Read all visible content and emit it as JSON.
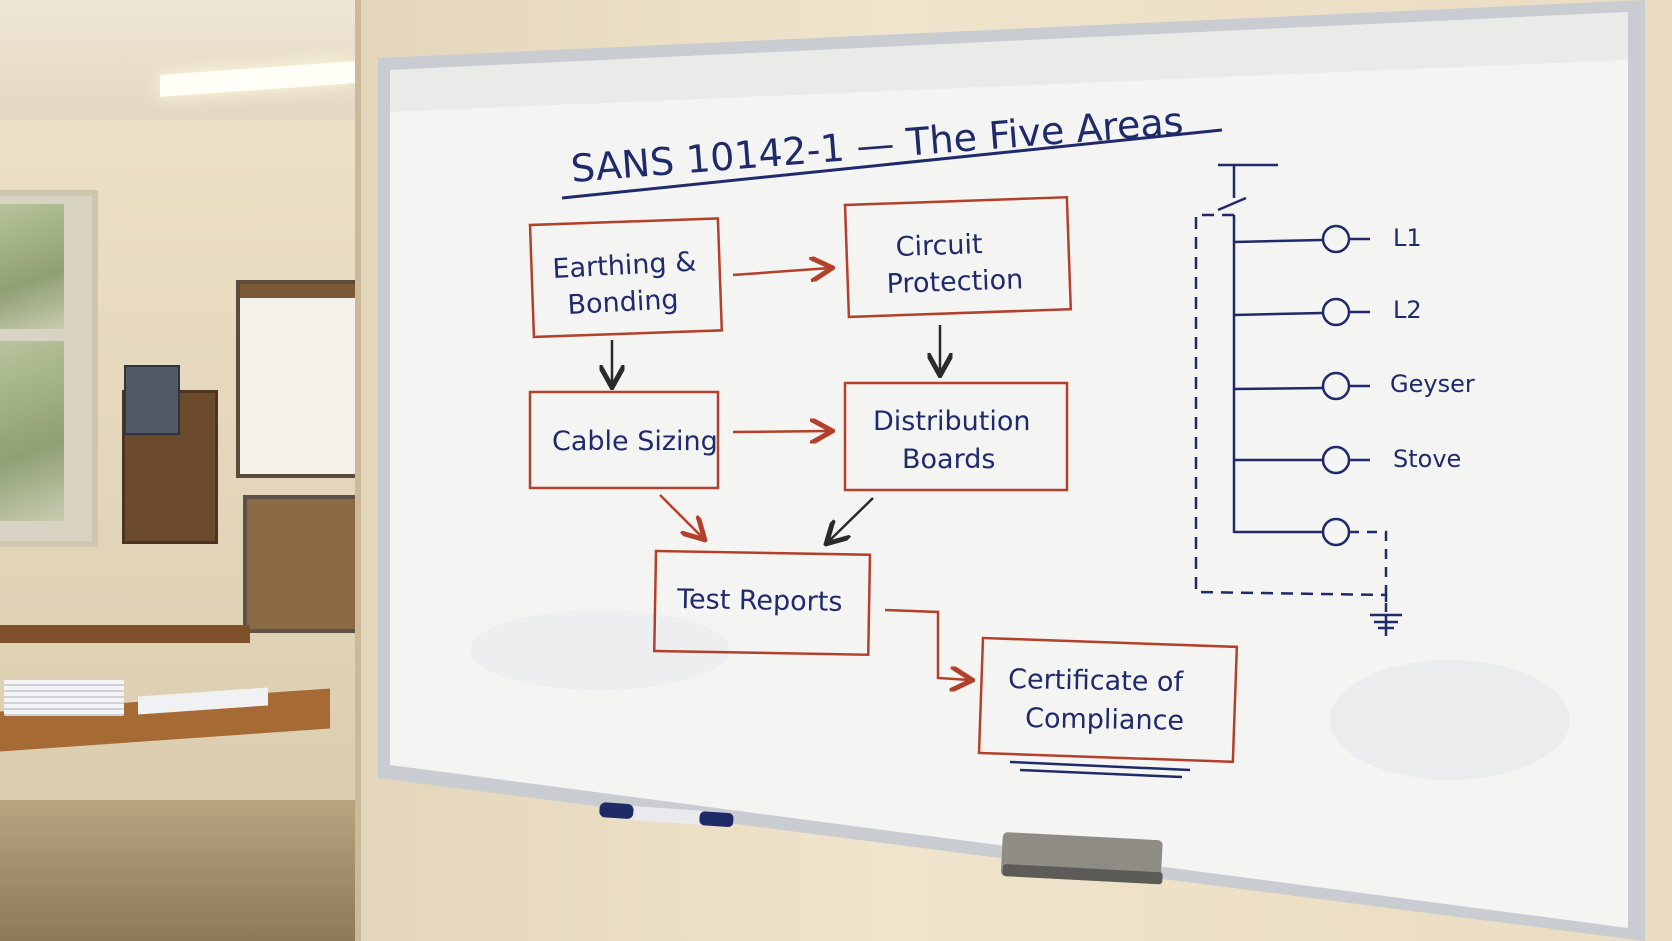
{
  "board": {
    "title": "SANS 10142-1 — The Five Areas"
  },
  "flowchart": {
    "boxes": [
      {
        "line1": "Earthing &",
        "line2": "Bonding"
      },
      {
        "line1": "Circuit",
        "line2": "Protection"
      },
      {
        "line1": "Cable Sizing",
        "line2": ""
      },
      {
        "line1": "Distribution",
        "line2": "Boards"
      },
      {
        "line1": "Test Reports",
        "line2": ""
      },
      {
        "line1": "Certificate of",
        "line2": "Compliance"
      }
    ]
  },
  "circuit_diagram": {
    "labels": [
      "L1",
      "L2",
      "Geyser",
      "Stove"
    ]
  },
  "colors": {
    "ink_blue": "#1f2a6b",
    "ink_red": "#b3402a",
    "board_white": "#f4f4f2"
  },
  "icons": [
    "earth-ground-icon",
    "switch-icon"
  ]
}
